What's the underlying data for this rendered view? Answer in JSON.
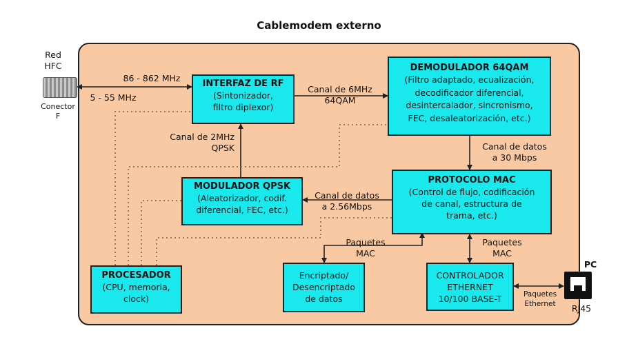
{
  "title": "Cablemodem externo",
  "left": {
    "red_label": "Red\nHFC",
    "connector_label": "Conector\nF"
  },
  "right": {
    "pc_label": "PC",
    "rj45_label": "RJ45"
  },
  "boxes": {
    "interfaz_rf": {
      "title": "INTERFAZ DE RF",
      "body": "(Sintonizador,\nfiltro diplexor)"
    },
    "demodulador": {
      "title": "DEMODULADOR 64QAM",
      "body": "(Filtro adaptado, ecualización,\ndecodificador diferencial,\ndesintercalador, sincronismo,\nFEC, desaleatorización, etc.)"
    },
    "modulador": {
      "title": "MODULADOR QPSK",
      "body": "(Aleatorizador, codif.\ndiferencial, FEC, etc.)"
    },
    "protocolo_mac": {
      "title": "PROTOCOLO MAC",
      "body": "(Control de flujo, codificación\nde canal, estructura de\ntrama, etc.)"
    },
    "procesador": {
      "title": "PROCESADOR",
      "body": "(CPU, memoria,\nclock)"
    },
    "encriptado": {
      "title": "",
      "body": "Encriptado/\nDesencriptado\nde datos"
    },
    "ethernet": {
      "title": "",
      "body": "CONTROLADOR\nETHERNET\n10/100 BASE-T"
    }
  },
  "labels": {
    "downstream_freq": "86 - 862 MHz",
    "upstream_freq": "5 - 55 MHz",
    "canal_6mhz": "Canal de 6MHz\n64QAM",
    "canal_2mhz": "Canal de 2MHz\nQPSK",
    "datos_30": "Canal de datos\na 30 Mbps",
    "datos_256": "Canal de datos\na 2.56Mbps",
    "paquetes_mac_1": "Paquetes\nMAC",
    "paquetes_mac_2": "Paquetes\nMAC",
    "paquetes_ethernet": "Paquetes\nEthernet"
  },
  "colors": {
    "panel": "#f8c9a2",
    "box": "#19e8ec",
    "line": "#222222",
    "dotted": "#9a7a6a"
  }
}
